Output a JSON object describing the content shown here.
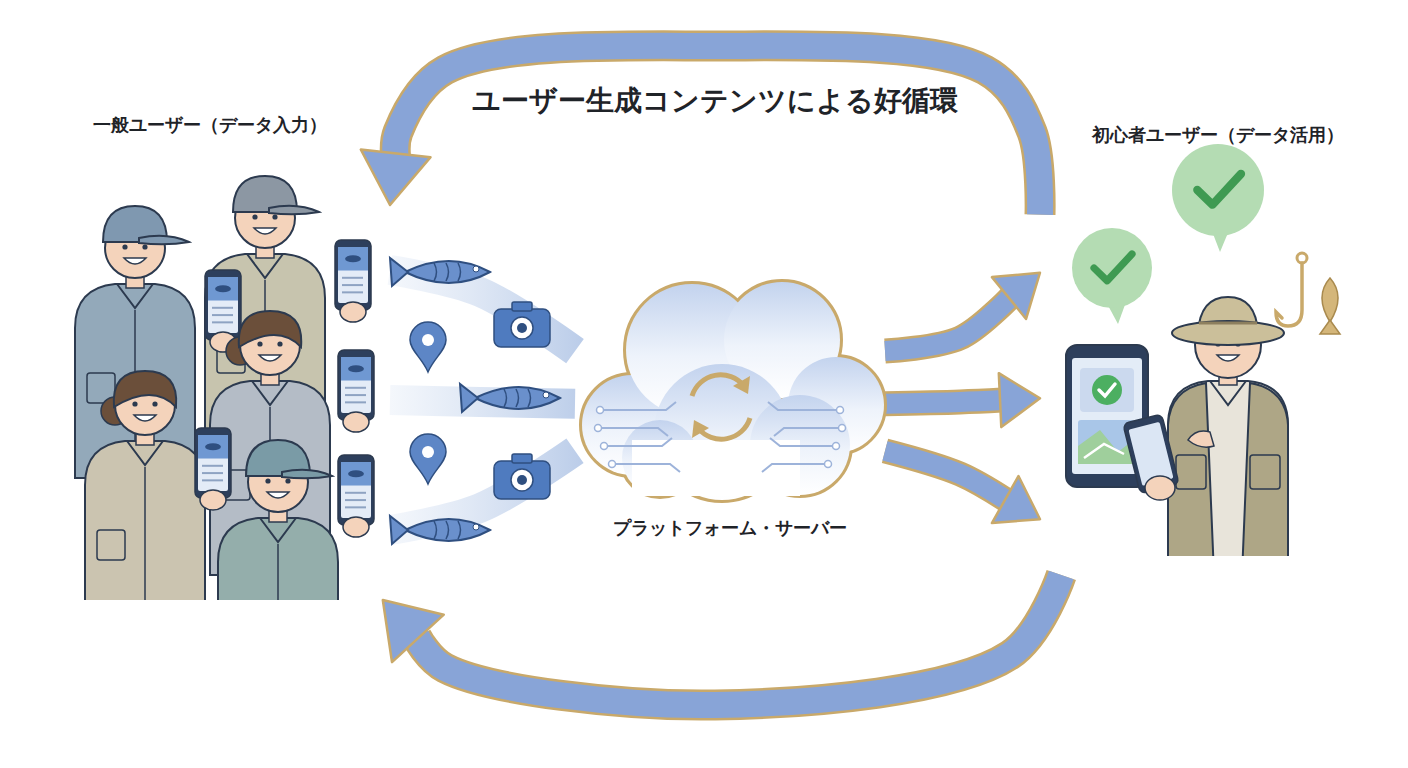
{
  "diagram": {
    "title": "ユーザー生成コンテンツによる好循環",
    "nodes": [
      {
        "text": [
          "一般ユーザー（データ入力）"
        ]
      },
      {
        "text": [
          "プラットフォーム・サーバー"
        ]
      },
      {
        "text": [
          "初心者ユーザー（データ活用）"
        ]
      }
    ],
    "edges": [
      {
        "from": 0,
        "to": 1,
        "arrow": "none"
      },
      {
        "from": 0,
        "to": 1,
        "arrow": "none"
      },
      {
        "from": 0,
        "to": 1,
        "arrow": "none"
      },
      {
        "from": 1,
        "to": 2,
        "arrow": "to"
      },
      {
        "from": 1,
        "to": 2,
        "arrow": "to"
      },
      {
        "from": 1,
        "to": 2,
        "arrow": "to"
      },
      {
        "from": 2,
        "to": 0,
        "arrow": "to"
      },
      {
        "from": 2,
        "to": 0,
        "arrow": "to"
      }
    ]
  }
}
